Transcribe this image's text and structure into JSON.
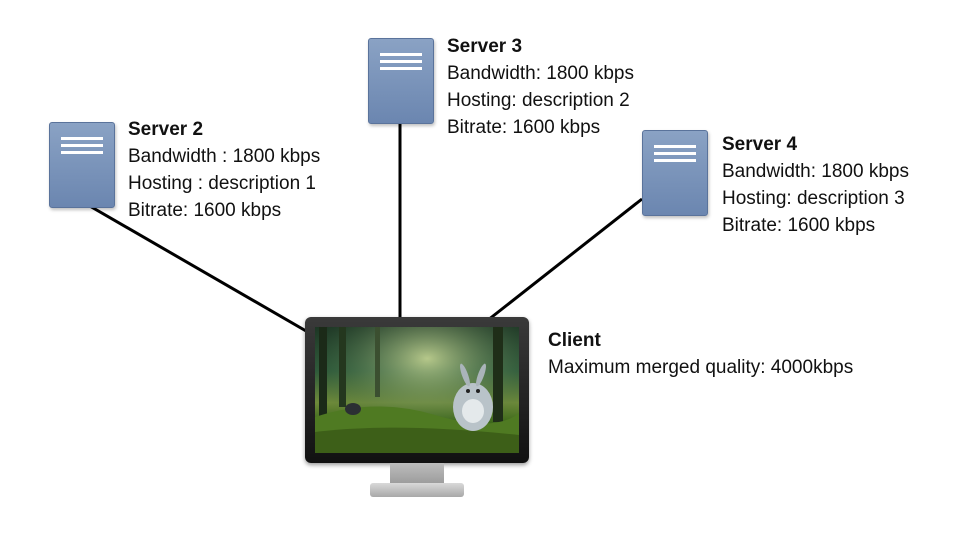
{
  "servers": [
    {
      "id": "server-2",
      "title": "Server 2",
      "bandwidth": "Bandwidth : 1800 kbps",
      "hosting": "Hosting : description 1",
      "bitrate": "Bitrate: 1600 kbps",
      "icon": "server-icon"
    },
    {
      "id": "server-3",
      "title": "Server 3",
      "bandwidth": "Bandwidth: 1800 kbps",
      "hosting": "Hosting: description 2",
      "bitrate": "Bitrate: 1600 kbps",
      "icon": "server-icon"
    },
    {
      "id": "server-4",
      "title": "Server 4",
      "bandwidth": "Bandwidth: 1800 kbps",
      "hosting": "Hosting: description 3",
      "bitrate": "Bitrate: 1600 kbps",
      "icon": "server-icon"
    }
  ],
  "client": {
    "title": "Client",
    "quality": "Maximum merged quality: 4000kbps",
    "icon": "monitor-icon"
  },
  "colors": {
    "server_fill": "#7b93ba",
    "link": "#000000"
  }
}
